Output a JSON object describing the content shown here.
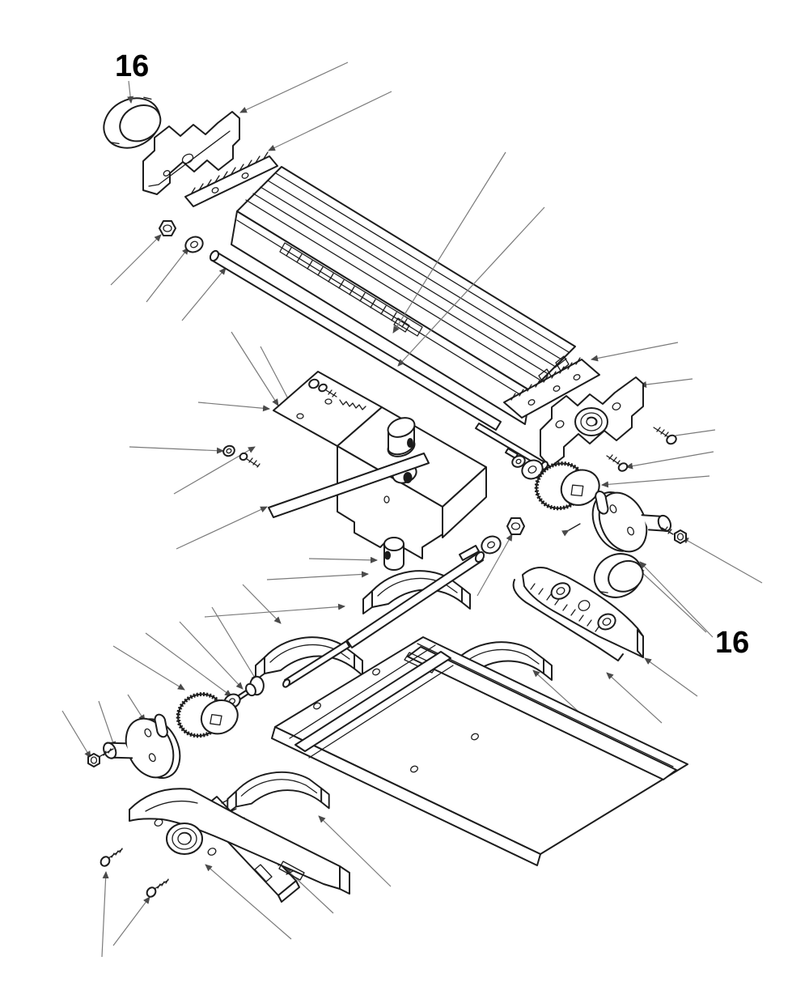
{
  "diagram": {
    "kind": "exploded-parts-diagram",
    "labels": [
      {
        "text": "16",
        "position": "top-left"
      },
      {
        "text": "16",
        "position": "lower-right"
      }
    ],
    "colors": {
      "background": "#ffffff",
      "part_line": "#1c1c1c",
      "leader_line": "#7a7a7a",
      "label_text": "#000000"
    },
    "parts": [
      "cap-knob-top-left",
      "end-bracket-top-left",
      "gib-strip-top-left",
      "hex-nut",
      "washer",
      "table-leadscrew",
      "t-slot-table",
      "saddle",
      "gib-bar",
      "adjust-screws-and-spring",
      "gib-plate-right",
      "end-bracket-right",
      "mounting-screws-right",
      "spacer-washers-right",
      "graduated-dial-right",
      "handwheel-right",
      "handwheel-bolt-right",
      "cap-knob-right",
      "bearing-bracket-lower-right",
      "hex-nut-lower",
      "washer-lower",
      "chip-guards",
      "cross-leadscrew",
      "bushing-and-pin",
      "graduated-dial-left",
      "handwheel-left",
      "handwheel-bolt-left",
      "base-plate-with-rack",
      "clamp-plate-bottom",
      "bearing-bracket-bottom-left",
      "mounting-screws-bottom-left"
    ]
  }
}
